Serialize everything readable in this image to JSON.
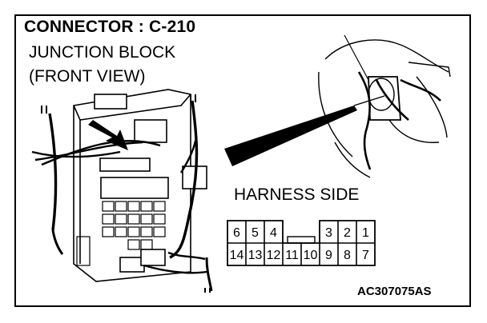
{
  "header": {
    "title": "CONNECTOR : C-210",
    "subtitle_line1": "JUNCTION BLOCK",
    "subtitle_line2": "(FRONT VIEW)"
  },
  "connector": {
    "label": "HARNESS SIDE",
    "top_row": [
      "6",
      "5",
      "4",
      "",
      "",
      "3",
      "2",
      "1"
    ],
    "bottom_row": [
      "14",
      "13",
      "12",
      "11",
      "10",
      "9",
      "8",
      "7"
    ]
  },
  "footer": {
    "code": "AC307075AS"
  }
}
